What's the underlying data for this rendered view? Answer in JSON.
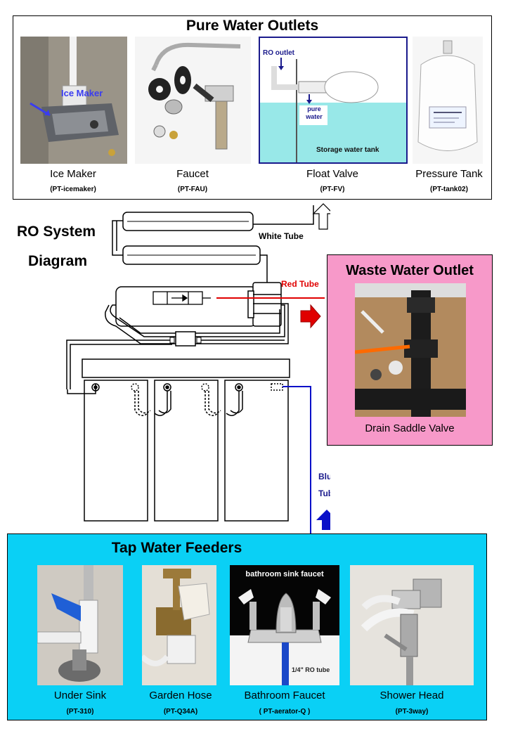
{
  "pure_outlets": {
    "title": "Pure Water Outlets",
    "items": [
      {
        "label": "Ice Maker",
        "code": "(PT-icemaker)",
        "photo_text": "Ice Maker"
      },
      {
        "label": "Faucet",
        "code": "(PT-FAU)"
      },
      {
        "label": "Float Valve",
        "code": "(PT-FV)",
        "photo_ro": "RO outlet",
        "photo_pure": "pure water",
        "photo_tank": "Storage water tank"
      },
      {
        "label": "Pressure Tank",
        "code": "(PT-tank02)"
      }
    ]
  },
  "diagram": {
    "title_line1": "RO System",
    "title_line2": "Diagram",
    "white_tube": "White Tube",
    "red_tube": "Red Tube",
    "blue_tube_1": "Blue",
    "blue_tube_2": "Tube"
  },
  "waste": {
    "title": "Waste Water Outlet",
    "label": "Drain Saddle Valve"
  },
  "tap_feeders": {
    "title": "Tap Water Feeders",
    "items": [
      {
        "label": "Under Sink",
        "code": "(PT-310)"
      },
      {
        "label": "Garden Hose",
        "code": "(PT-Q34A)"
      },
      {
        "label": "Bathroom Faucet",
        "code": "( PT-aerator-Q )",
        "photo_title": "bathroom sink faucet",
        "photo_tube": "1/4\" RO tube"
      },
      {
        "label": "Shower Head",
        "code": "(PT-3way)"
      }
    ]
  },
  "colors": {
    "waste_bg": "#f799c9",
    "tap_bg": "#0ad0f5",
    "red_tube": "#e00000",
    "blue_tube": "#0a10c8"
  }
}
